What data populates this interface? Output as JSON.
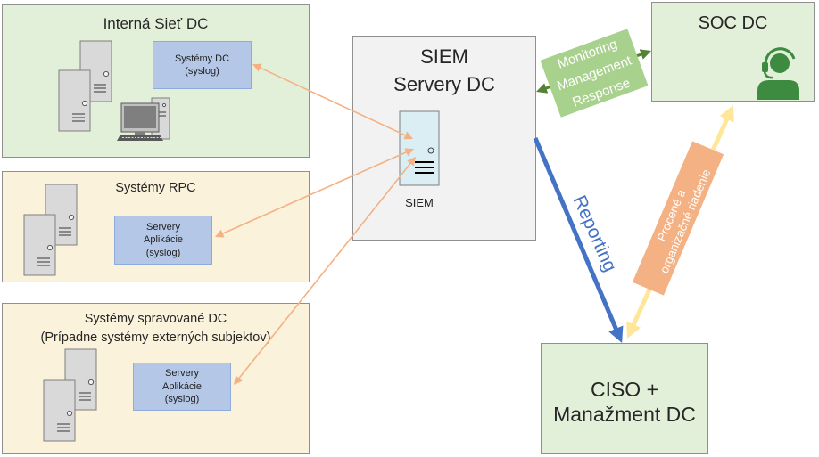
{
  "diagram": {
    "internal_network": {
      "title": "Interná Sieť DC",
      "systems_box": [
        "Systémy DC",
        "(syslog)"
      ]
    },
    "rpc_systems": {
      "title": "Systémy RPC",
      "systems_box": [
        "Servery",
        "Aplikácie",
        "(syslog)"
      ]
    },
    "managed_systems": {
      "title": "Systémy spravované DC",
      "subtitle": "(Prípadne systémy externých subjektov)",
      "systems_box": [
        "Servery",
        "Aplikácie",
        "(syslog)"
      ]
    },
    "siem": {
      "title": "SIEM",
      "subtitle": "Servery DC",
      "server_label": "SIEM"
    },
    "soc": {
      "title": "SOC DC"
    },
    "ciso": {
      "title": "CISO +",
      "subtitle": "Manažment DC"
    },
    "flows": {
      "siem_soc": [
        "Monitoring",
        "Management",
        "Response"
      ],
      "siem_ciso": "Reporting",
      "ciso_soc": [
        "Procené a",
        "organizačné riadenie"
      ]
    }
  },
  "icons": {
    "internal_network": [
      "server-icon",
      "desktop-computer-icon"
    ],
    "rpc_systems": [
      "server-icon"
    ],
    "managed_systems": [
      "server-icon"
    ],
    "siem": [
      "server-icon"
    ],
    "soc": [
      "person-headset-icon"
    ]
  },
  "colors": {
    "green_box": "#e2f0d9",
    "yellow_box": "#faf2da",
    "siem_box": "#f2f2f2",
    "system_box": "#b4c7e7",
    "siem_server": "#daeef3",
    "syslog_arrows": "#f4b183",
    "monitoring_band": "#a9d18e",
    "monitoring_arrow": "#548235",
    "reporting_arrow": "#4472c4",
    "governance_arrow": "#ffe699",
    "governance_band": "#f4b183",
    "soc_icon": "#3d8b40"
  }
}
